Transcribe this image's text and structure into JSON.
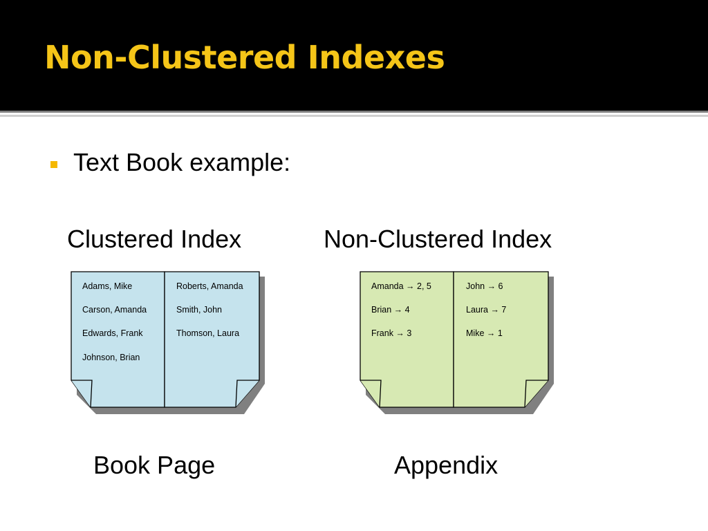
{
  "slide": {
    "title": "Non-Clustered Indexes",
    "bullet": "Text Book example:"
  },
  "diagrams": {
    "clustered": {
      "heading": "Clustered Index",
      "caption": "Book Page",
      "fill_color": "#c5e3ed",
      "left_page": [
        "Adams, Mike",
        "Carson, Amanda",
        "Edwards, Frank",
        "Johnson, Brian"
      ],
      "right_page": [
        "Roberts, Amanda",
        "Smith, John",
        "Thomson, Laura"
      ]
    },
    "nonclustered": {
      "heading": "Non-Clustered Index",
      "caption": "Appendix",
      "fill_color": "#d7e9b3",
      "left_page": [
        "Amanda → 2, 5",
        "Brian → 4",
        "Frank → 3"
      ],
      "right_page": [
        "John → 6",
        "Laura  → 7",
        "Mike → 1"
      ]
    }
  },
  "colors": {
    "title_background": "#000000",
    "title_text": "#f5c518",
    "bullet": "#f5b800",
    "shadow": "#808080"
  }
}
